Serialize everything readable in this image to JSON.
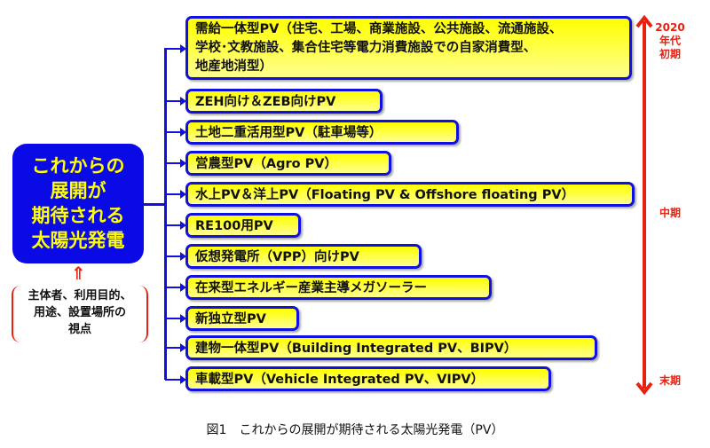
{
  "main": {
    "lines": [
      "これからの",
      "展開が",
      "期待される",
      "太陽光発電"
    ]
  },
  "viewpoint": {
    "lines": [
      "主体者、利用目的、",
      "用途、設置場所の",
      "視点"
    ]
  },
  "items": [
    {
      "lines": [
        "需給一体型PV（住宅、工場、商業施設、公共施設、流通施設、",
        "学校･文教施設、集合住宅等電力消費施設での自家消費型、",
        "地産地消型）"
      ]
    },
    {
      "label": "ZEH向け＆ZEB向けPV"
    },
    {
      "label": "土地二重活用型PV（駐車場等）"
    },
    {
      "label": "営農型PV（Agro PV）"
    },
    {
      "label": "水上PV＆洋上PV（Floating PV & Offshore floating PV）"
    },
    {
      "label": "RE100用PV"
    },
    {
      "label": "仮想発電所（VPP）向けPV"
    },
    {
      "label": "在来型エネルギー産業主導メガソーラー"
    },
    {
      "label": "新独立型PV"
    },
    {
      "label": "建物一体型PV（Building Integrated PV、BIPV）"
    },
    {
      "label": "車載型PV（Vehicle Integrated PV、VIPV）"
    }
  ],
  "timeline": {
    "early": [
      "2020",
      "年代",
      "初期"
    ],
    "mid": "中期",
    "late": "末期",
    "color": "#e82010"
  },
  "caption": "図1　これからの展開が期待される太陽光発電（PV）"
}
